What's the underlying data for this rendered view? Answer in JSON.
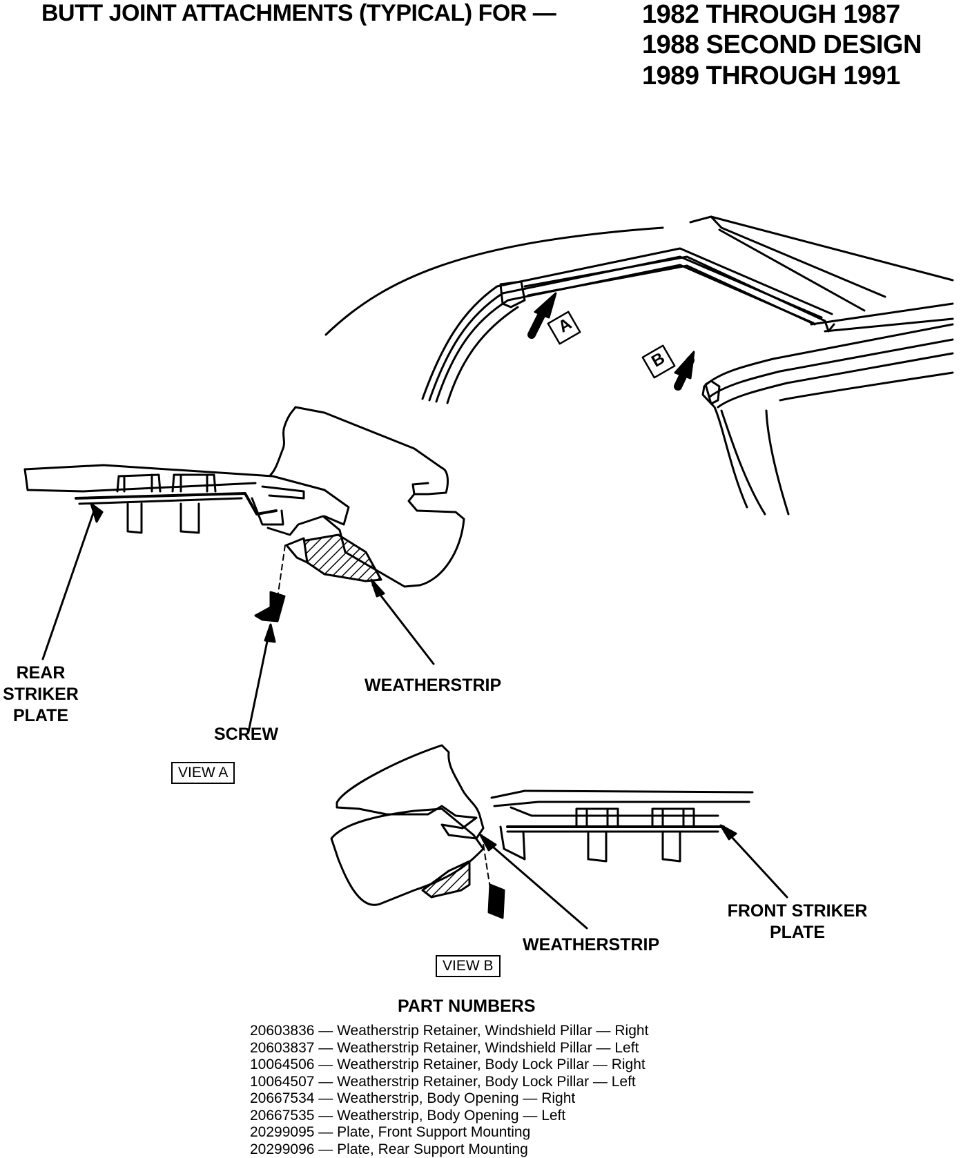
{
  "title": {
    "main": "BUTT JOINT ATTACHMENTS (TYPICAL) FOR —",
    "years": [
      "1982 THROUGH 1987",
      "1988 SECOND DESIGN",
      "1989 THROUGH 1991"
    ]
  },
  "callouts": {
    "view_a_marker": "A",
    "view_b_marker": "B"
  },
  "view_a": {
    "box_label": "VIEW A",
    "rear_striker_plate": [
      "REAR",
      "STRIKER",
      "PLATE"
    ],
    "screw": "SCREW",
    "weatherstrip": "WEATHERSTRIP"
  },
  "view_b": {
    "box_label": "VIEW B",
    "weatherstrip": "WEATHERSTRIP",
    "front_striker_plate": [
      "FRONT STRIKER",
      "PLATE"
    ]
  },
  "parts": {
    "heading": "PART NUMBERS",
    "items": [
      {
        "number": "20603836",
        "description": "Weatherstrip Retainer, Windshield Pillar — Right"
      },
      {
        "number": "20603837",
        "description": "Weatherstrip Retainer, Windshield Pillar — Left"
      },
      {
        "number": "10064506",
        "description": "Weatherstrip Retainer, Body Lock Pillar — Right"
      },
      {
        "number": "10064507",
        "description": "Weatherstrip Retainer, Body Lock Pillar — Left"
      },
      {
        "number": "20667534",
        "description": "Weatherstrip, Body Opening — Right"
      },
      {
        "number": "20667535",
        "description": "Weatherstrip, Body Opening — Left"
      },
      {
        "number": "20299095",
        "description": "Plate, Front Support Mounting"
      },
      {
        "number": "20299096",
        "description": "Plate, Rear Support Mounting"
      }
    ]
  }
}
